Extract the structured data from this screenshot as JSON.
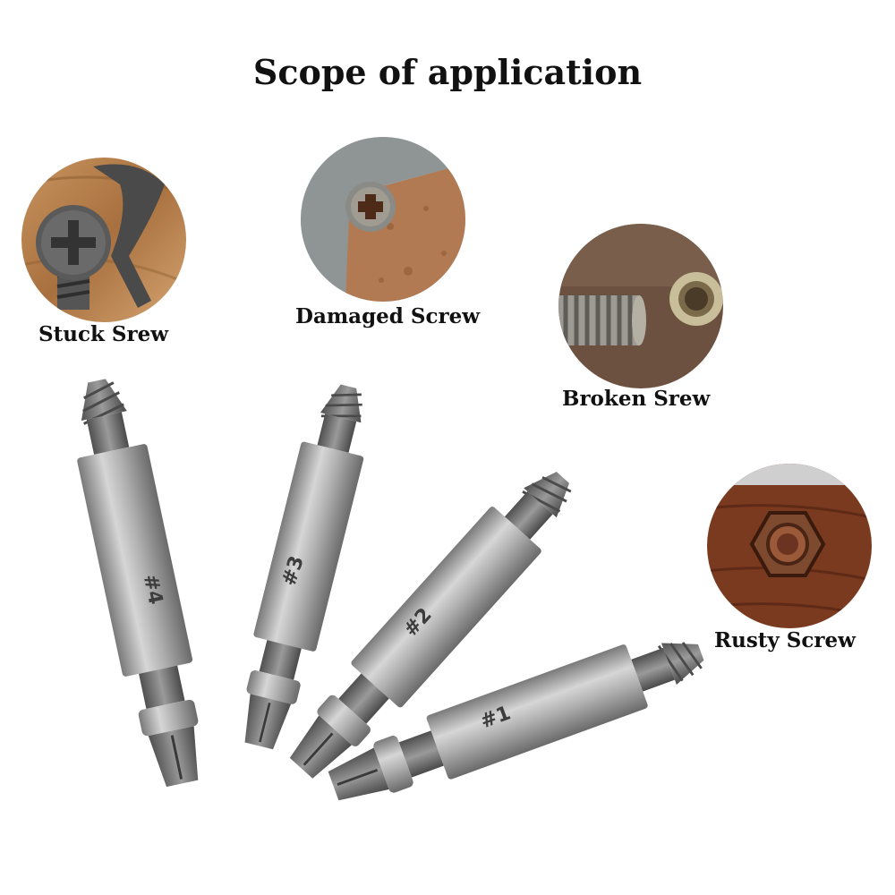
{
  "title": "Scope of application",
  "applications": [
    {
      "label": "Stuck Srew",
      "icon": "stuck-screw-photo"
    },
    {
      "label": "Damaged Screw",
      "icon": "damaged-screw-photo"
    },
    {
      "label": "Broken Srew",
      "icon": "broken-screw-photo"
    },
    {
      "label": "Rusty Screw",
      "icon": "rusty-screw-photo"
    }
  ],
  "bits": [
    {
      "marking": "#4"
    },
    {
      "marking": "#3"
    },
    {
      "marking": "#2"
    },
    {
      "marking": "#1"
    }
  ],
  "colors": {
    "wood": "#b07a48",
    "rust": "#a4623a",
    "steel": "#b8b8b8",
    "dark_steel": "#6e6e6e"
  }
}
